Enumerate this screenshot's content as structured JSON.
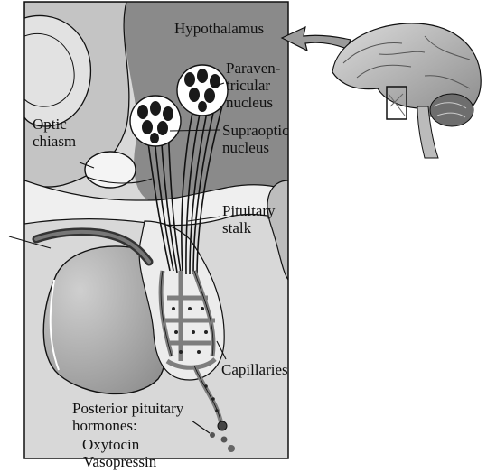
{
  "figure": {
    "labels": {
      "hypothalamus": "Hypothalamus",
      "paraventricular": "Paraven-\ntricular\nnucleus",
      "optic_chiasm": "Optic\nchiasm",
      "supraoptic": "Supraoptic\nnucleus",
      "pituitary_stalk": "Pituitary\nstalk",
      "capillaries": "Capillaries",
      "posterior_hormones": "Posterior pituitary\nhormones:",
      "oxytocin": "Oxytocin",
      "vasopressin": "Vasopressin"
    },
    "colors": {
      "hypothalamus_tissue": "#8c8c8c",
      "background_tissue": "#d9d9d9",
      "pale_tissue": "#efefef",
      "neuron_body": "#1a1a1a",
      "axon": "#1a1a1a",
      "capillary": "#8a8a8a",
      "outline": "#111111"
    },
    "icons": [
      "neuron-cell-icon",
      "brain-inset-icon",
      "arrow-icon"
    ]
  }
}
